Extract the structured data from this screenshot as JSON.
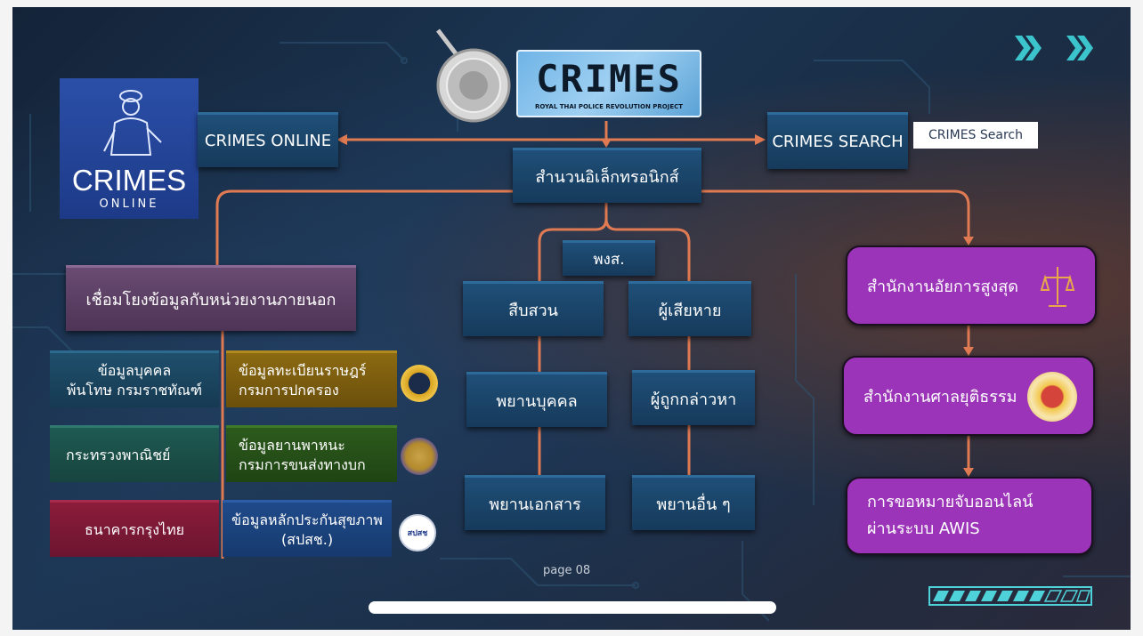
{
  "header": {
    "logo_text": "CRIMES",
    "logo_subtitle": "ROYAL THAI POLICE REVOLUTION PROJECT",
    "online_logo_title": "CRIMES",
    "online_logo_sub": "ONLINE"
  },
  "nodes": {
    "crimes_online": "CRIMES ONLINE",
    "crimes_search": "CRIMES SEARCH",
    "crimes_search_tag": "CRIMES Search",
    "central": "สำนวนอิเล็กทรอนิกส์",
    "pgs": "พงส.",
    "investigate": "สืบสวน",
    "victim": "ผู้เสียหาย",
    "witness_person": "พยานบุคคล",
    "accused": "ผู้ถูกกล่าวหา",
    "witness_doc": "พยานเอกสาร",
    "witness_other": "พยานอื่น ๆ",
    "external": "เชื่อมโยงข้อมูลกับหน่วยงานภายนอก"
  },
  "sources": {
    "convict_line1": "ข้อมูลบุคคล",
    "convict_line2": "พ้นโทษ กรมราชทัณฑ์",
    "commerce": "กระทรวงพาณิชย์",
    "bank": "ธนาคารกรุงไทย",
    "registry_line1": "ข้อมูลทะเบียนราษฎร์",
    "registry_line2": "กรมการปกครอง",
    "vehicle_line1": "ข้อมูลยานพาหนะ",
    "vehicle_line2": "กรมการขนส่งทางบก",
    "health_line1": "ข้อมูลหลักประกันสุขภาพ",
    "health_line2": "(สปสช.)",
    "health_seal_text": "สปสช"
  },
  "right_flow": {
    "attorney": "สำนักงานอัยการสูงสุด",
    "court": "สำนักงานศาลยุติธรรม",
    "warrant_line1": "การขอหมายจับออนไลน์",
    "warrant_line2": "ผ่านระบบ AWIS"
  },
  "footer": {
    "page": "page 08"
  },
  "colors": {
    "connector": "#e07a52",
    "purple": "#9b34b8",
    "navy": "#1f4f78",
    "accent_cyan": "#4fd1d9"
  }
}
